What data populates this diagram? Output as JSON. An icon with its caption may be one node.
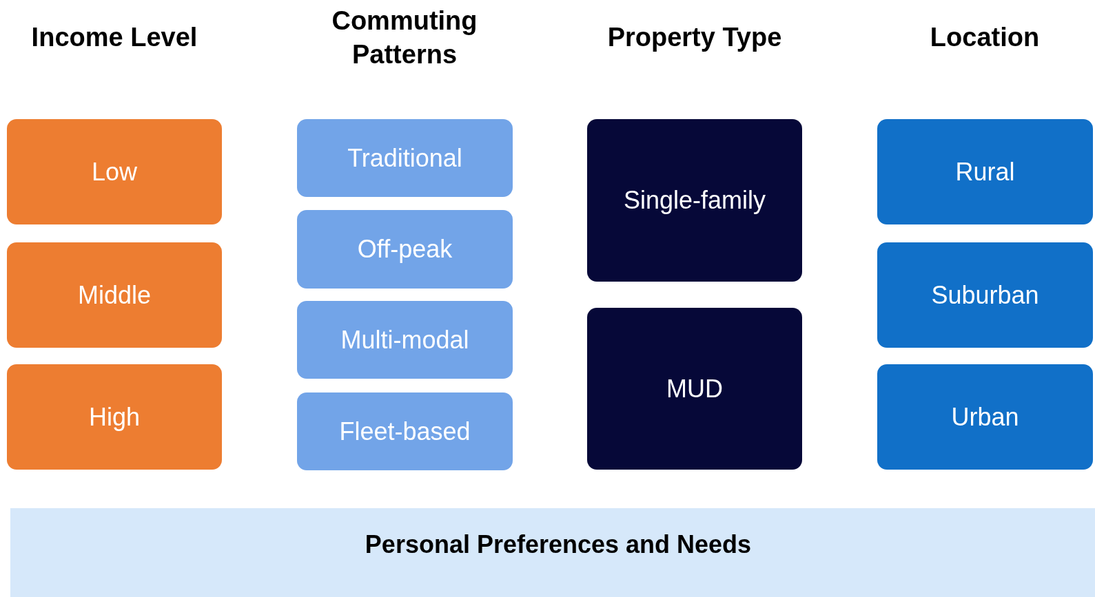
{
  "diagram": {
    "nodes": [
      {
        "text": [
          "Low"
        ]
      },
      {
        "text": [
          "Middle"
        ]
      },
      {
        "text": [
          "High"
        ]
      },
      {
        "text": [
          "Traditional"
        ]
      },
      {
        "text": [
          "Off-peak"
        ]
      },
      {
        "text": [
          "Multi-modal"
        ]
      },
      {
        "text": [
          "Fleet-based"
        ]
      },
      {
        "text": [
          "Single-family"
        ]
      },
      {
        "text": [
          "MUD"
        ]
      },
      {
        "text": [
          "Rural"
        ]
      },
      {
        "text": [
          "Suburban"
        ]
      },
      {
        "text": [
          "Urban"
        ]
      },
      {
        "text": [
          "Personal Preferences and Needs"
        ]
      }
    ],
    "labels": [
      "Income Level",
      "Commuting Patterns",
      "Property Type",
      "Location"
    ]
  }
}
